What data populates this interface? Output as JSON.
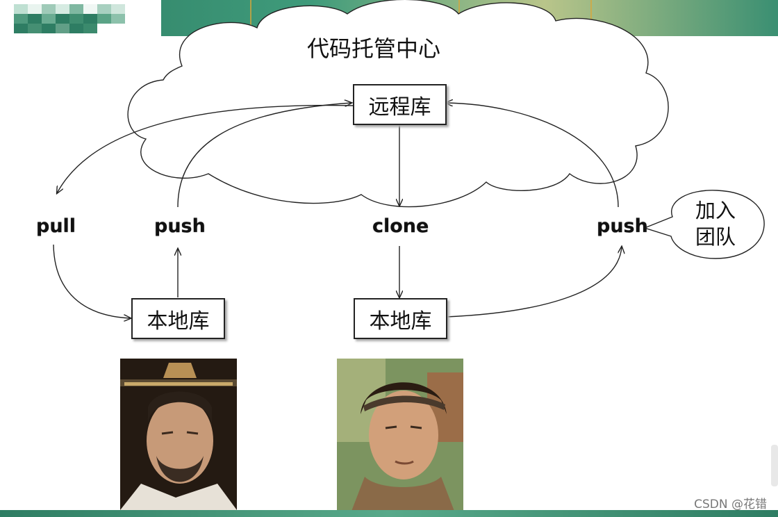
{
  "title": "代码托管中心",
  "nodes": {
    "remote": "远程库",
    "local_left": "本地库",
    "local_right": "本地库"
  },
  "labels": {
    "pull": "pull",
    "push_left": "push",
    "clone": "clone",
    "push_right": "push"
  },
  "bubble": {
    "line1": "加入",
    "line2": "团队"
  },
  "watermark": "CSDN @花错",
  "colors": {
    "band": "#2e7d63",
    "line": "#222222"
  },
  "icons": [
    "person-photo-left",
    "person-photo-right"
  ]
}
